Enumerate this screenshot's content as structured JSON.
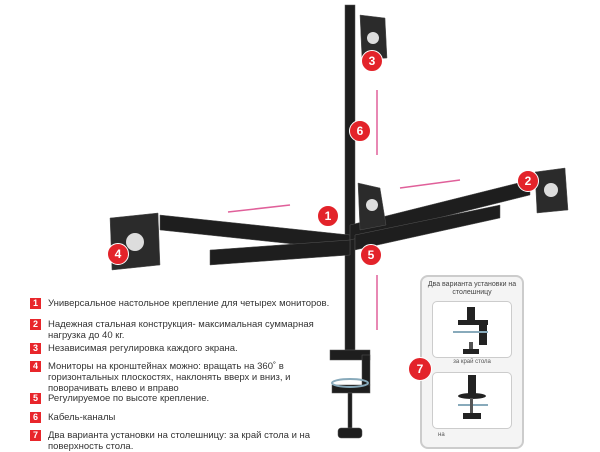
{
  "features": [
    {
      "n": "1",
      "text": "Универсальное настольное крепление для четырех мониторов."
    },
    {
      "n": "2",
      "text": "Надежная стальная конструкция- максимальная суммарная нагрузка  до 40 кг."
    },
    {
      "n": "3",
      "text": "Независимая регулировка каждого экрана."
    },
    {
      "n": "4",
      "text": "Мониторы на кронштейнах можно: вращать на 360˚ в горизонтальных плоскостях, наклонять вверх и вниз, и поворачивать влево и вправо"
    },
    {
      "n": "5",
      "text": "Регулируемое по высоте крепление."
    },
    {
      "n": "6",
      "text": "Кабель-каналы"
    },
    {
      "n": "7",
      "text": "Два варианта установки на столешницу: за край стола и на поверхность стола."
    }
  ],
  "panel": {
    "title": "Два варианта установки на столешницу",
    "caption1": "за край стола",
    "caption2": "на",
    "badge": "7"
  },
  "markers": [
    "1",
    "2",
    "3",
    "4",
    "5",
    "6"
  ],
  "colors": {
    "accent": "#e3232a",
    "arrow": "#e0609a"
  }
}
